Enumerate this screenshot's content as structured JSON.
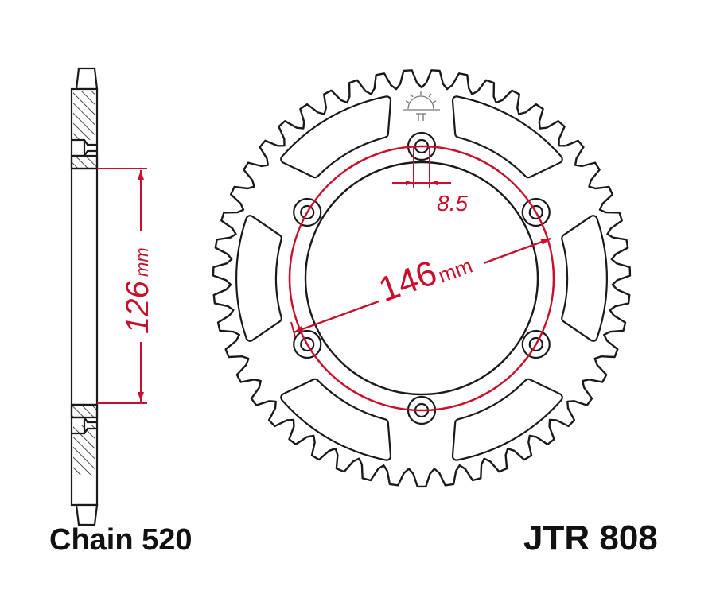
{
  "colors": {
    "outline": "#1a1a1a",
    "dimension": "#c8102e"
  },
  "side_view": {
    "dimension_value": "126",
    "dimension_unit": "mm"
  },
  "front_view": {
    "teeth": 47,
    "bolt_holes": 6,
    "pcd_value": "146",
    "pcd_unit": "mm",
    "hole_value": "8.5"
  },
  "logo": {
    "icon": "sun-logo-icon"
  },
  "labels": {
    "chain": "Chain 520",
    "part_number": "JTR 808"
  }
}
